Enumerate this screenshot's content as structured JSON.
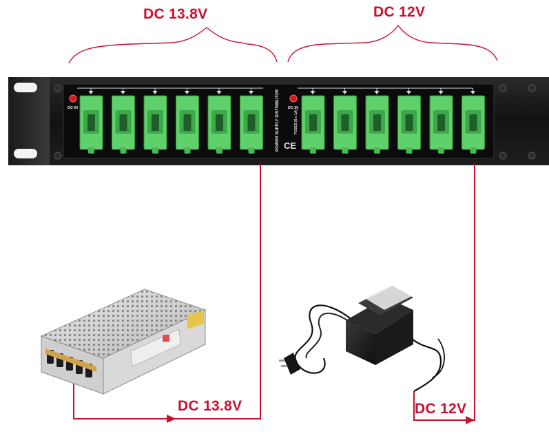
{
  "labels": {
    "top_left": "DC 13.8V",
    "top_right": "DC 12V",
    "bottom_left": "DC 13.8V",
    "bottom_right": "DC 12V"
  },
  "panel": {
    "input_label_left": "DC IN",
    "input_label_right": "DC IN",
    "title_text": "POWER SUPPLY DISTRIBUTOR",
    "fuses_text": "FUSES (6 x 1A)",
    "ce_mark": "CE",
    "left_group_terminals": 6,
    "right_group_terminals": 6
  },
  "colors": {
    "accent_red": "#c8102e",
    "terminal_green": "#5fd06a",
    "panel_black": "#141414"
  },
  "icons": [
    "switching-power-supply-icon",
    "ac-adapter-transformer-icon"
  ]
}
